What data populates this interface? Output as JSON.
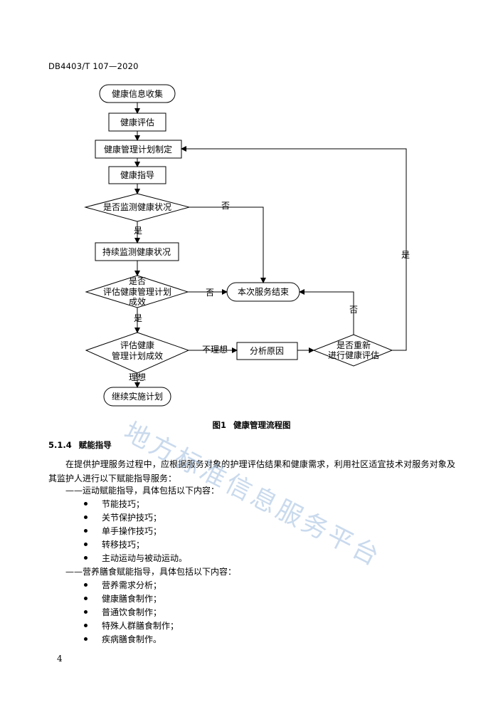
{
  "header": {
    "doc_code": "DB4403/T 107—2020"
  },
  "flowchart": {
    "nodes": {
      "collect": "健康信息收集",
      "assess": "健康评估",
      "plan": "健康管理计划制定",
      "guide": "健康指导",
      "monitor_q": "是否监测健康状况",
      "monitor": "持续监测健康状况",
      "eval_q_line1": "是否",
      "eval_q_line2": "评估健康管理计划",
      "eval_q_line3": "成效",
      "end": "本次服务结束",
      "effect_q_line1": "评估健康",
      "effect_q_line2": "管理计划成效",
      "analyze": "分析原因",
      "reassess_q_line1": "是否重新",
      "reassess_q_line2": "进行健康评估",
      "continue": "继续实施计划"
    },
    "edge_labels": {
      "no1": "否",
      "yes1": "是",
      "no2": "否",
      "yes2": "是",
      "not_ideal": "不理想",
      "no3": "否",
      "yes3": "是",
      "ideal": "理想"
    }
  },
  "caption": {
    "fig_no": "图1",
    "fig_title": "健康管理流程图"
  },
  "section": {
    "number": "5.1.4",
    "title": "赋能指导"
  },
  "intro": "在提供护理服务过程中，应根据服务对象的护理评估结果和健康需求，利用社区适宜技术对服务对象及其监护人进行以下赋能指导服务：",
  "groups": [
    {
      "heading": "——运动赋能指导，具体包括以下内容：",
      "items": [
        "节能技巧；",
        "关节保护技巧；",
        "单手操作技巧；",
        "转移技巧；",
        "主动运动与被动运动。"
      ]
    },
    {
      "heading": "——营养膳食赋能指导，具体包括以下内容：",
      "items": [
        "营养需求分析；",
        "健康膳食制作；",
        "普通饮食制作；",
        "特殊人群膳食制作；",
        "疾病膳食制作。"
      ]
    }
  ],
  "page_number": "4",
  "watermark": "地方标准信息服务平台"
}
